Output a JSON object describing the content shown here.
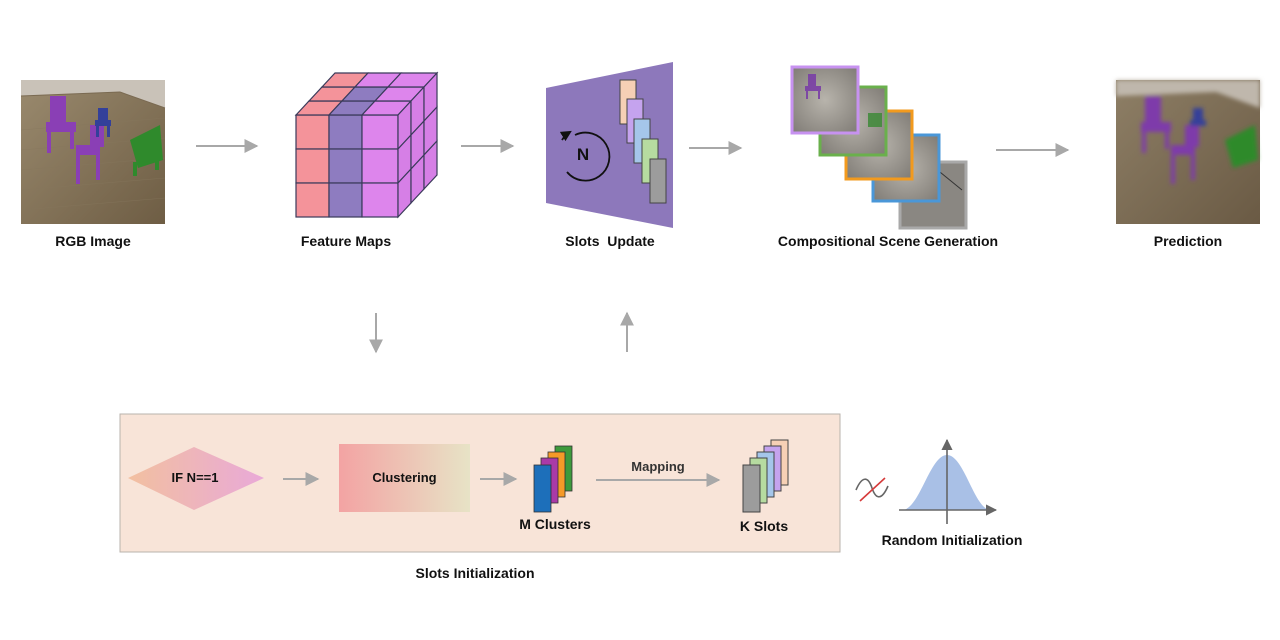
{
  "top_row": {
    "rgb_image_label": "RGB Image",
    "feature_maps_label": "Feature Maps",
    "slots_update_label": "Slots  Update",
    "iteration_symbol": "N",
    "scene_generation_label": "Compositional Scene Generation",
    "prediction_label": "Prediction"
  },
  "slots_init": {
    "panel_label": "Slots Initialization",
    "condition_label": "IF N==1",
    "clustering_label": "Clustering",
    "clusters_label": "M Clusters",
    "mapping_label": "Mapping",
    "slots_label": "K Slots"
  },
  "random_init": {
    "label": "Random Initialization"
  },
  "colors": {
    "arrow": "#a8a8a8",
    "update_trapezoid": "#8d78bb",
    "cube_pink": "#f4939a",
    "cube_violet": "#8e7cc0",
    "cube_magenta": "#dd85ec",
    "panel_fill": "#f8e4d8",
    "gaussian": "#a9c0e6",
    "slot_colors": [
      "#f6d0b5",
      "#c5a3ee",
      "#a5c6ea",
      "#b6dba0",
      "#9c9c9c"
    ],
    "cluster_colors": [
      "#3e9a3c",
      "#f59a28",
      "#a93aa8",
      "#1d6fba"
    ],
    "scene_frame_colors": [
      "#c792f0",
      "#6ab04c",
      "#f29a1e",
      "#4a97d8",
      "#a9a9a9"
    ]
  }
}
